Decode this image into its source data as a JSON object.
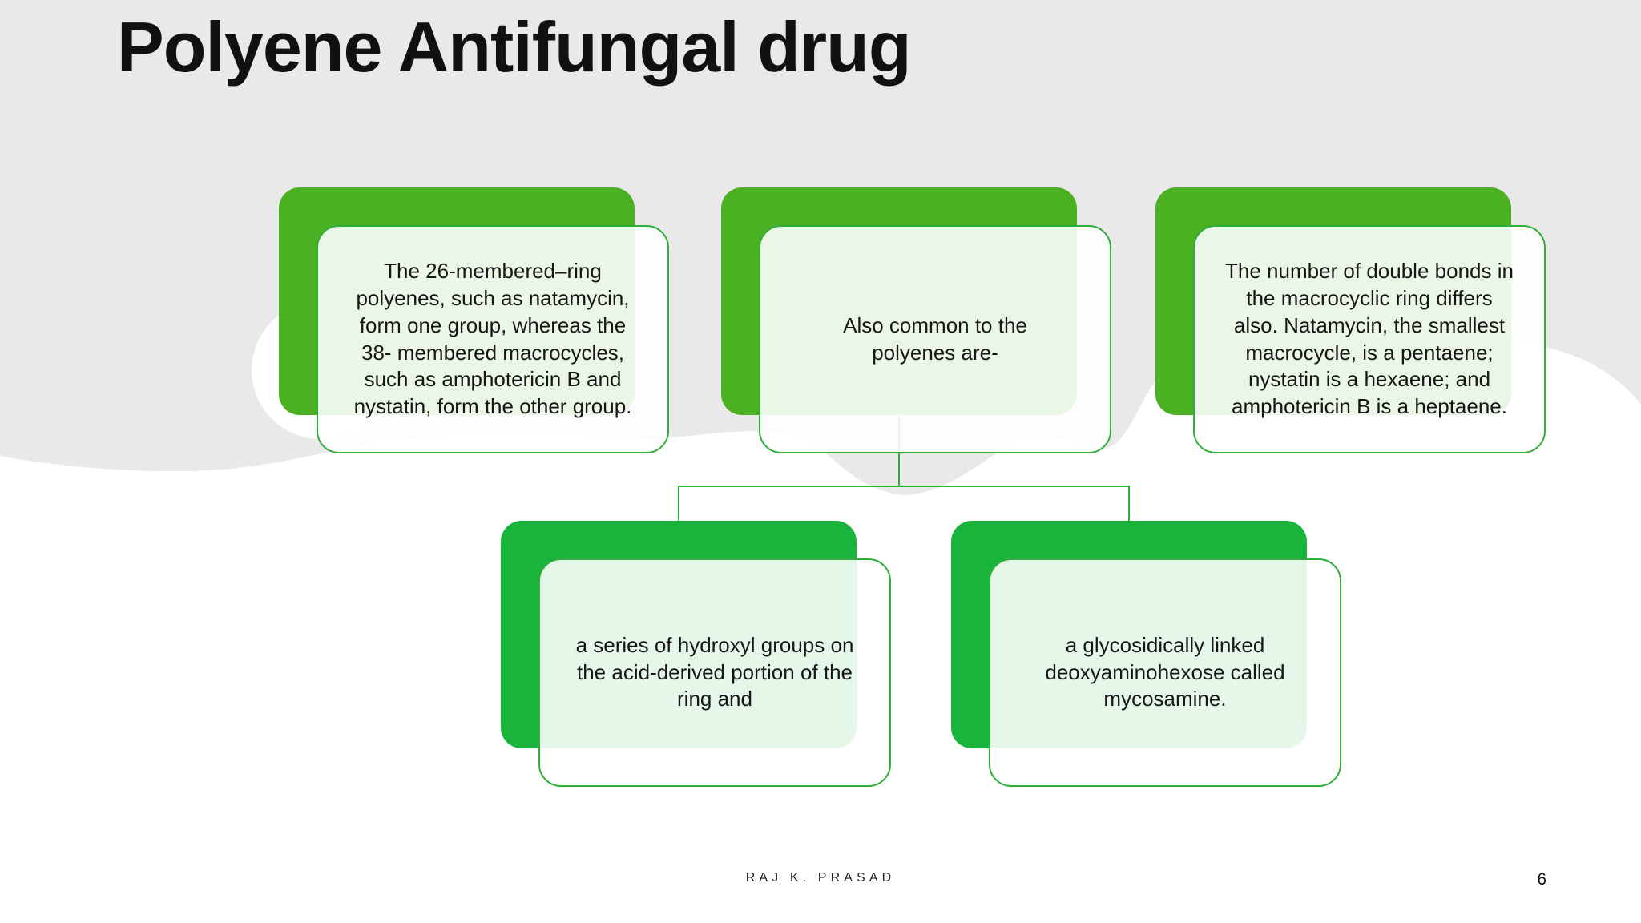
{
  "slide": {
    "title": "Polyene Antifungal drug",
    "footer": "RAJ K. PRASAD",
    "page_number": "6"
  },
  "diagram": {
    "top_row": [
      {
        "id": "left",
        "text": "The 26-membered–ring polyenes, such as natamycin, form one group, whereas the 38- membered macrocycles, such as amphotericin B and nystatin, form the other group."
      },
      {
        "id": "center",
        "text": "Also common to the polyenes are-"
      },
      {
        "id": "right",
        "text": "The number of double bonds in the macrocyclic ring differs also. Natamycin, the smallest macrocycle, is a pentaene; nystatin is a hexaene; and amphotericin B is a heptaene."
      }
    ],
    "bottom_row": [
      {
        "id": "bottom-left",
        "text": "a series of hydroxyl groups on the acid-derived portion of the ring and"
      },
      {
        "id": "bottom-right",
        "text": "a glycosidically linked deoxyaminohexose called mycosamine."
      }
    ]
  },
  "colors": {
    "accent_green_top_row": "#4bb123",
    "accent_green_bottom_row": "#19b43c",
    "outline_green": "#2fae39",
    "background_gray": "#e9e9e9",
    "text": "#161616"
  }
}
